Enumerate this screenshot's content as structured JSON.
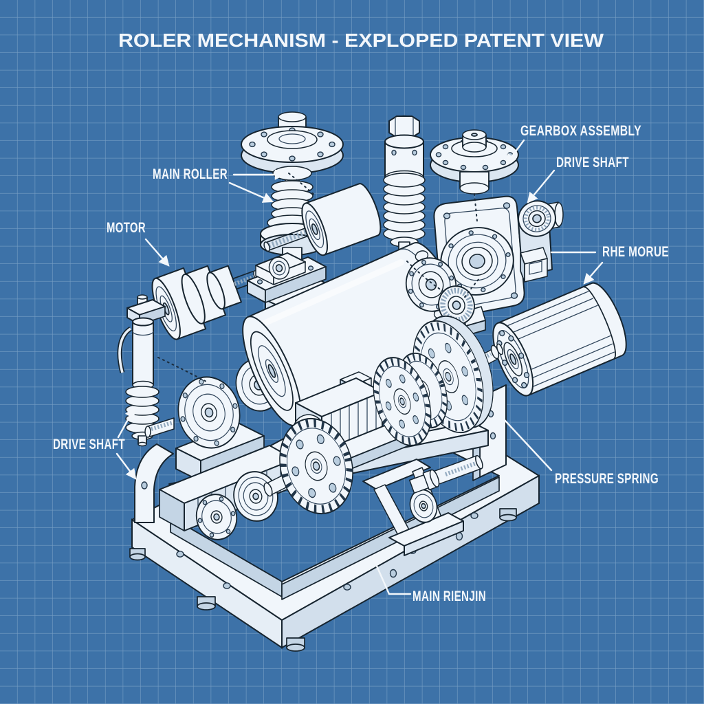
{
  "title": "ROLER MECHANISM - EXPLOPED PATENT VIEW",
  "labels": {
    "main_roller": "MAIN ROLLER",
    "motor": "MOTOR",
    "gearbox_assembly": "GEARBOX ASSEMBLY",
    "drive_shaft_right": "DRIVE SHAFT",
    "rhe_morue": "RHE MORUE",
    "drive_shaft_left": "DRIVE SHAFT",
    "pressure_spring": "PRESSURE SPRING",
    "main_rienjin": "MAIN RIENJIN"
  },
  "theme": {
    "background": "#3d72a8",
    "grid_line": "#a7c2da",
    "ink": "#16242f",
    "part_fill": "#f1f6fb",
    "part_shade": "#dbe6f1",
    "part_shade_dark": "#c4d5e5",
    "text_color": "#f3f7fb"
  },
  "components": [
    "top-flange-shaft-assembly",
    "small-roller",
    "pressure-spring-assembly",
    "gearbox-cover-flange",
    "gearbox-housing",
    "drive-shaft-bearing",
    "finned-motor",
    "main-roller-cylinder",
    "roller-end-flanges",
    "cone-pulley-unit",
    "pillow-block-bearing",
    "hydraulic-damper",
    "flanged-bearings",
    "center-gear-unit",
    "spur-gears",
    "base-frame"
  ]
}
